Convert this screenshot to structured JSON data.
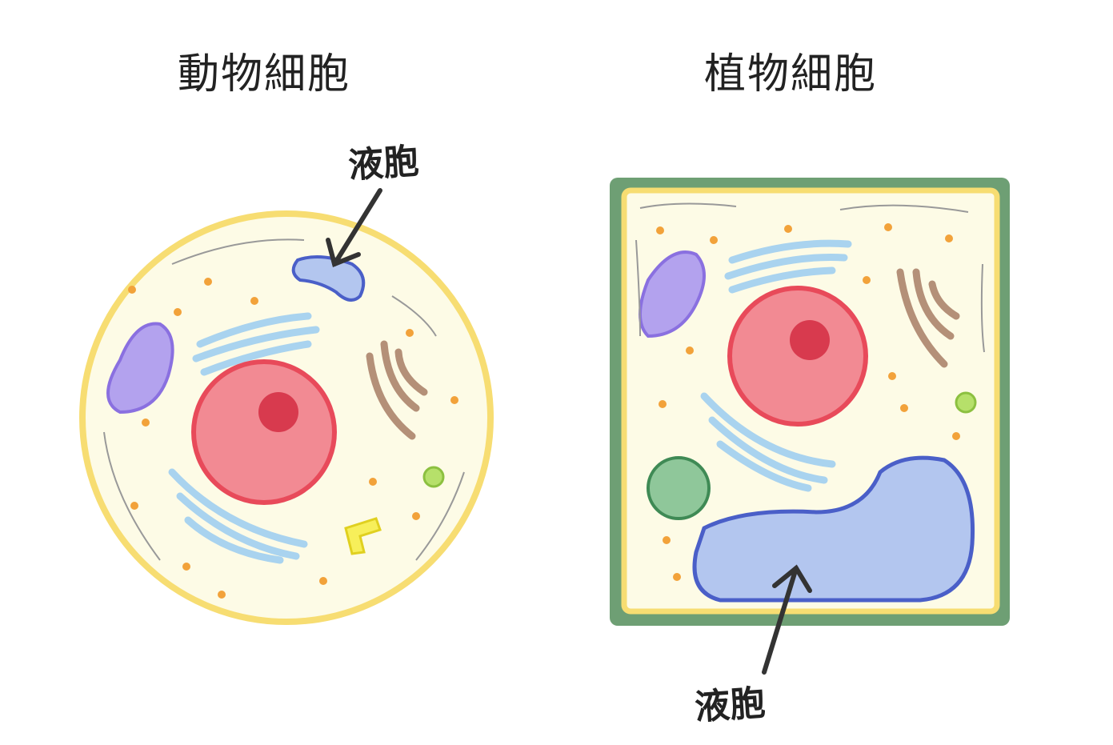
{
  "animal_cell": {
    "title": "動物細胞",
    "vacuole_label": "液胞"
  },
  "plant_cell": {
    "title": "植物細胞",
    "vacuole_label": "液胞"
  },
  "colors": {
    "cytoplasm": "#fdfbe6",
    "membrane": "#f7dd72",
    "cell_wall": "#6e9f74",
    "nucleus": "#f28a93",
    "nucleus_border": "#e84a5a",
    "nucleolus": "#d83a4e",
    "vacuole": "#b3c6ef",
    "vacuole_border": "#4a5fc8",
    "er": "#a9d3ef",
    "mitochondria": "#b3a2ee",
    "golgi": "#b49078",
    "chloroplast": "#8fc79a",
    "ribosome": "#f2a23a"
  }
}
